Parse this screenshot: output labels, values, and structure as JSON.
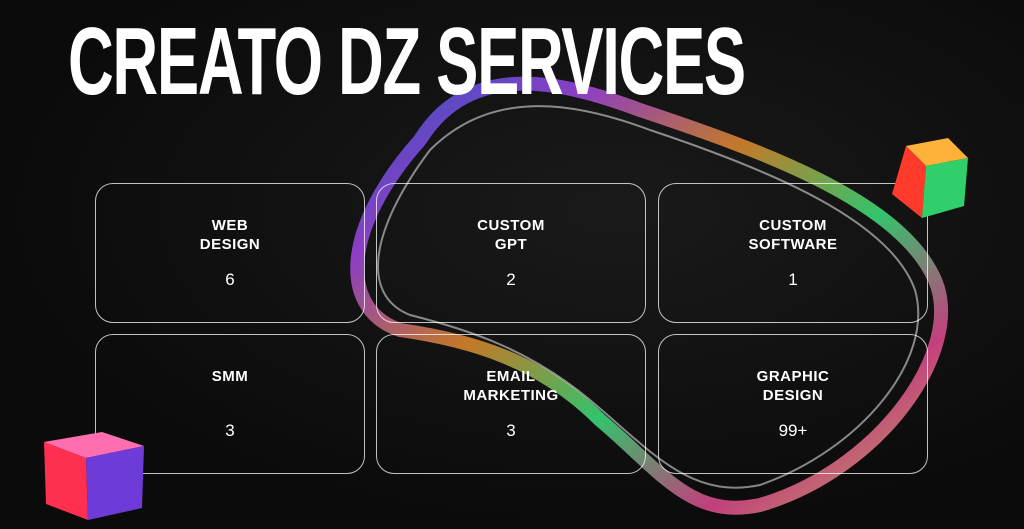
{
  "title": "CREATO DZ SERVICES",
  "services": [
    {
      "name": "WEB DESIGN",
      "line1": "WEB",
      "line2": "DESIGN",
      "count": "6"
    },
    {
      "name": "CUSTOM GPT",
      "line1": "CUSTOM",
      "line2": "GPT",
      "count": "2"
    },
    {
      "name": "CUSTOM SOFTWARE",
      "line1": "CUSTOM",
      "line2": "SOFTWARE",
      "count": "1"
    },
    {
      "name": "SMM",
      "line1": "SMM",
      "line2": "",
      "count": "3"
    },
    {
      "name": "EMAIL MARKETING",
      "line1": "EMAIL",
      "line2": "MARKETING",
      "count": "3"
    },
    {
      "name": "GRAPHIC DESIGN",
      "line1": "GRAPHIC",
      "line2": "DESIGN",
      "count": "99+"
    }
  ]
}
